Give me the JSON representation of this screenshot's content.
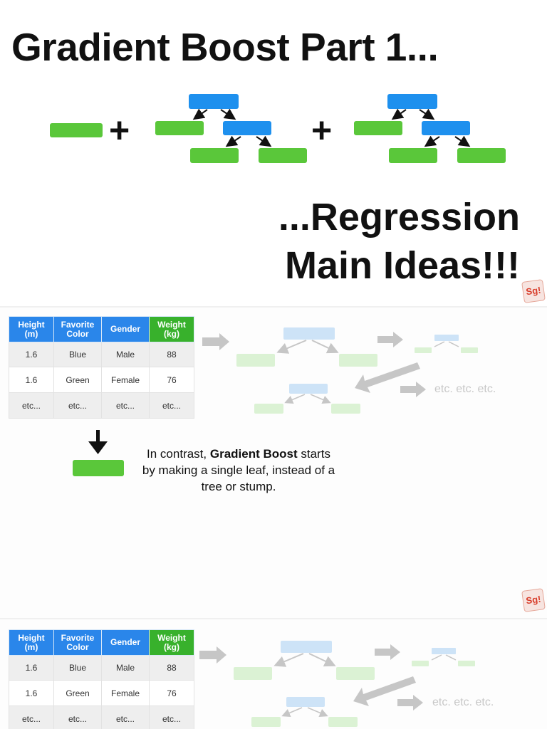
{
  "title_slide": {
    "title": "Gradient Boost Part 1...",
    "subtitle_line1": "...Regression",
    "subtitle_line2": "Main Ideas!!!",
    "plus_symbol": "+"
  },
  "logo": {
    "text": "Sg!"
  },
  "table": {
    "headers": [
      "Height (m)",
      "Favorite Color",
      "Gender",
      "Weight (kg)"
    ],
    "header_colors": [
      "#2a86ea",
      "#2a86ea",
      "#2a86ea",
      "#38b12c"
    ],
    "rows": [
      [
        "1.6",
        "Blue",
        "Male",
        "88"
      ],
      [
        "1.6",
        "Green",
        "Female",
        "76"
      ],
      [
        "etc...",
        "etc...",
        "etc...",
        "etc..."
      ]
    ]
  },
  "faded_diagram": {
    "etc_label": "etc. etc. etc."
  },
  "leaf_slide": {
    "desc_prefix": "In contrast, ",
    "desc_bold": "Gradient Boost",
    "desc_rest": " starts by making a single leaf, instead of a tree or stump."
  },
  "colors": {
    "leaf_green": "#5ac73a",
    "node_blue": "#1e90ee",
    "faded_green": "#dbf2d4",
    "faded_blue": "#cde3f7",
    "faded_arrow": "#c6c6c6"
  }
}
